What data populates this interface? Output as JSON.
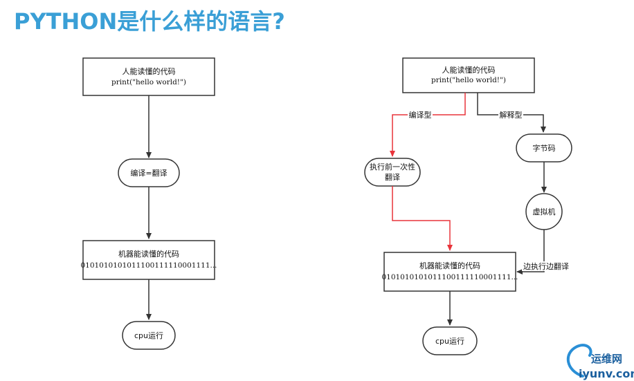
{
  "title": "PYTHON是什么样的语言?",
  "left": {
    "source_code": {
      "line1": "人能读懂的代码",
      "line2": "print(\"hello world!\")"
    },
    "compile": "编译=翻译",
    "machine_code": {
      "line1": "机器能读懂的代码",
      "line2": "0101010101011100111110001111..."
    },
    "run": "cpu运行"
  },
  "right": {
    "source_code": {
      "line1": "人能读懂的代码",
      "line2": "print(\"hello world!\")"
    },
    "edge_compiled": "编译型",
    "edge_interpreted": "解释型",
    "pre_translate": {
      "line1": "执行前一次性",
      "line2": "翻译"
    },
    "bytecode": "字节码",
    "vm": "虚拟机",
    "edge_exec_translate": "边执行边翻译",
    "machine_code": {
      "line1": "机器能读懂的代码",
      "line2": "0101010101011100111110001111..."
    },
    "run": "cpu运行"
  },
  "colors": {
    "title": "#3a9fd6",
    "compiled_path": "#e8333a",
    "default_edge": "#333333"
  },
  "watermark": {
    "brand": "运维网",
    "domain": "iyunv.com"
  }
}
